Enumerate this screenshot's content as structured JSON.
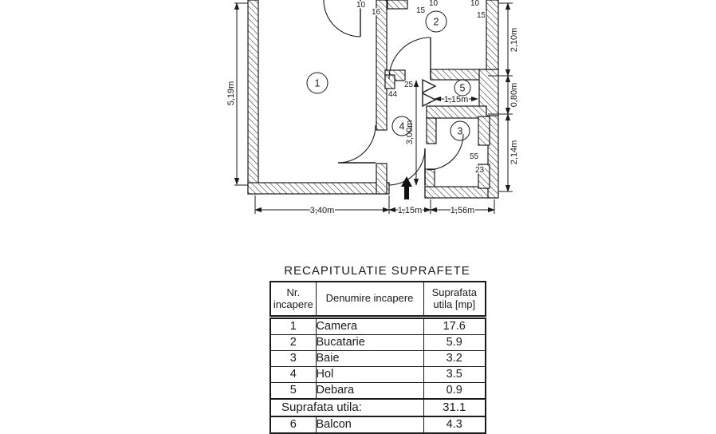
{
  "plan": {
    "room_numbers": [
      "1",
      "2",
      "3",
      "4",
      "5"
    ],
    "dims": {
      "left_height": "5,19m",
      "bottom_room1": "3,40m",
      "bottom_entrance": "1,15m",
      "bottom_baie": "1,56m",
      "right_top": "2,10m",
      "right_mid": "0,80m",
      "right_bottom": "2,14m",
      "hol_height": "3,00m",
      "debara_width": "1,15m"
    },
    "wall_marks": {
      "m10a": "10",
      "m16": "16",
      "m15a": "15",
      "m10b": "10",
      "m10c": "10",
      "m15b": "15",
      "m25": "25",
      "m44": "44",
      "m55": "55",
      "m23": "23"
    }
  },
  "table": {
    "title": "RECAPITULATIE SUPRAFETE",
    "headers": {
      "nr_line1": "Nr.",
      "nr_line2": "incapere",
      "denumire": "Denumire incapere",
      "suprafata_line1": "Suprafata",
      "suprafata_line2": "utila [mp]"
    },
    "rows": [
      {
        "nr": "1",
        "name": "Camera",
        "area": "17.6"
      },
      {
        "nr": "2",
        "name": "Bucatarie",
        "area": "5.9"
      },
      {
        "nr": "3",
        "name": "Baie",
        "area": "3.2"
      },
      {
        "nr": "4",
        "name": "Hol",
        "area": "3.5"
      },
      {
        "nr": "5",
        "name": "Debara",
        "area": "0.9"
      }
    ],
    "total_label": "Suprafata utila:",
    "total_value": "31.1",
    "row6": {
      "nr": "6",
      "name": "Balcon",
      "area": "4.3"
    }
  }
}
